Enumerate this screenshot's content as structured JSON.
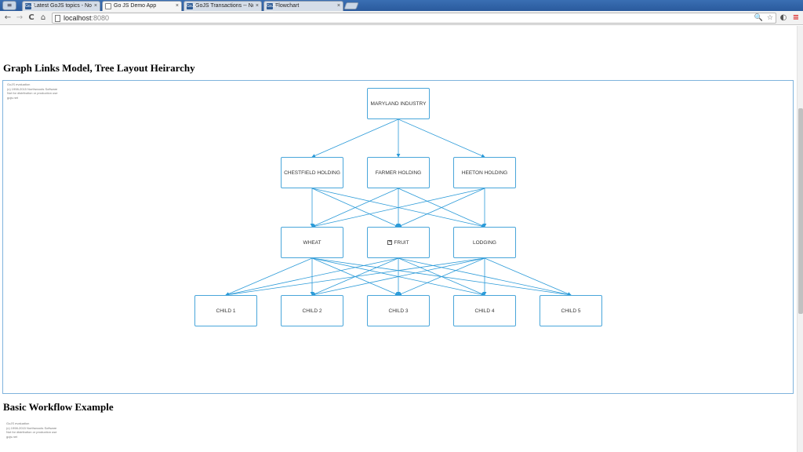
{
  "browser": {
    "menu_glyph": "≡",
    "tabs": [
      {
        "label": "Latest GoJS topics - Northwoods Software",
        "favicon": "GoJS",
        "active": false
      },
      {
        "label": "Go JS Demo App",
        "favicon": "",
        "active": true
      },
      {
        "label": "GoJS Transactions -- Northwoods Software",
        "favicon": "GoJS",
        "active": false
      },
      {
        "label": "Flowchart",
        "favicon": "GoJS",
        "active": false
      }
    ],
    "close_glyph": "×",
    "nav": {
      "back": "←",
      "forward": "→",
      "reload": "C",
      "home": "⌂"
    },
    "url_host": "localhost",
    "url_port": ":8080",
    "right_icons": {
      "zoom": "🔍",
      "star": "☆",
      "extension": "◐",
      "tools": "✎",
      "menu": "≡"
    }
  },
  "page": {
    "section1_title": "Graph Links Model, Tree Layout Heirarchy",
    "section2_title": "Basic Workflow Example",
    "watermark": "GoJS evaluation\n(c) 1998-2015 Northwoods Software\nNot for distribution or production use\ngojs.net"
  },
  "diagram": {
    "link_color": "#2a9ad8",
    "node_border_color": "#49a6da",
    "nodes": [
      {
        "id": "maryland",
        "label": "MARYLAND INDUSTRY",
        "level": 0
      },
      {
        "id": "chestfield",
        "label": "CHESTFIELD HOLDING",
        "level": 1
      },
      {
        "id": "farmer",
        "label": "FARMER HOLDING",
        "level": 1
      },
      {
        "id": "heeton",
        "label": "HEETON HOLDING",
        "level": 1
      },
      {
        "id": "wheat",
        "label": "WHEAT",
        "level": 2
      },
      {
        "id": "fruit",
        "label": "FRUIT",
        "level": 2,
        "expander": "+"
      },
      {
        "id": "lodging",
        "label": "LODGING",
        "level": 2
      },
      {
        "id": "child1",
        "label": "CHILD 1",
        "level": 3
      },
      {
        "id": "child2",
        "label": "CHILD 2",
        "level": 3
      },
      {
        "id": "child3",
        "label": "CHILD 3",
        "level": 3
      },
      {
        "id": "child4",
        "label": "CHILD 4",
        "level": 3
      },
      {
        "id": "child5",
        "label": "CHILD 5",
        "level": 3
      }
    ],
    "links": [
      [
        "maryland",
        "chestfield"
      ],
      [
        "maryland",
        "farmer"
      ],
      [
        "maryland",
        "heeton"
      ],
      [
        "chestfield",
        "wheat"
      ],
      [
        "chestfield",
        "fruit"
      ],
      [
        "chestfield",
        "lodging"
      ],
      [
        "farmer",
        "wheat"
      ],
      [
        "farmer",
        "fruit"
      ],
      [
        "farmer",
        "lodging"
      ],
      [
        "heeton",
        "wheat"
      ],
      [
        "heeton",
        "fruit"
      ],
      [
        "heeton",
        "lodging"
      ],
      [
        "wheat",
        "child1"
      ],
      [
        "wheat",
        "child2"
      ],
      [
        "wheat",
        "child3"
      ],
      [
        "wheat",
        "child4"
      ],
      [
        "wheat",
        "child5"
      ],
      [
        "fruit",
        "child1"
      ],
      [
        "fruit",
        "child2"
      ],
      [
        "fruit",
        "child3"
      ],
      [
        "fruit",
        "child4"
      ],
      [
        "fruit",
        "child5"
      ],
      [
        "lodging",
        "child1"
      ],
      [
        "lodging",
        "child2"
      ],
      [
        "lodging",
        "child3"
      ],
      [
        "lodging",
        "child4"
      ],
      [
        "lodging",
        "child5"
      ]
    ]
  }
}
